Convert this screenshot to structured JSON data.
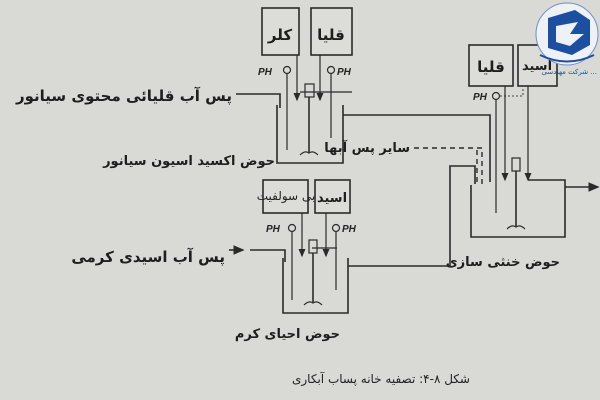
{
  "cyanide_unit": {
    "chlorine_tank": "کلر",
    "alkali_tank": "قلیا",
    "ph_left": "PH",
    "ph_right": "PH",
    "inlet_label": "پس آب قلیائی محتوی سیانور",
    "tank_label": "حوض اکسید اسیون سیانور"
  },
  "other_inlet_label": "سایر پس آبها",
  "neutralization_unit": {
    "alkali_tank": "قلیا",
    "acid_tank": "اسید",
    "ph": "PH",
    "tank_label": "حوض خنثی سازی"
  },
  "chrome_unit": {
    "bisulfite_tank": "بی سولفیت",
    "acid_tank": "اسید",
    "ph_left": "PH",
    "ph_right": "PH",
    "inlet_label": "پس آب اسیدی کرمی",
    "tank_label": "حوض احیای کرم"
  },
  "caption": "شکل ۸-۴: تصفیه خانه پساب آبکاری",
  "watermark": {
    "text": "شرکت مهندسی ...",
    "color": "#1d4fa0"
  }
}
